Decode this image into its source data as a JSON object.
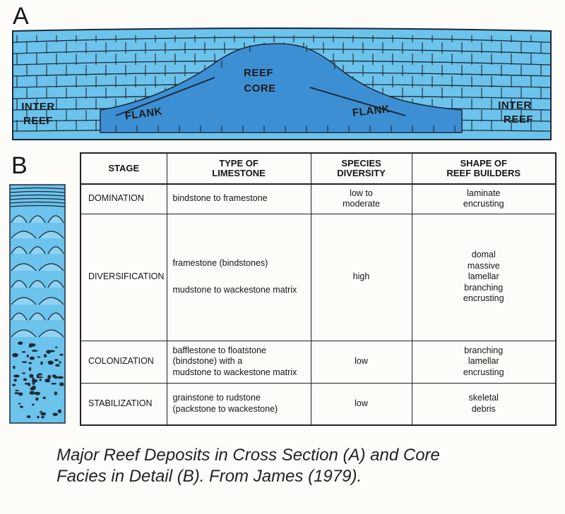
{
  "panel_a": {
    "letter": "A",
    "labels": {
      "reef_core_line1": "REEF",
      "reef_core_line2": "CORE",
      "flank_left": "FLANK",
      "flank_right": "FLANK",
      "inter_reef_left_line1": "INTER",
      "inter_reef_left_line2": "REEF",
      "inter_reef_right_line1": "INTER",
      "inter_reef_right_line2": "REEF"
    }
  },
  "panel_b": {
    "letter": "B"
  },
  "colors": {
    "strata_blue": "#6cc3ec",
    "core_blue": "#3d8fd4",
    "line_dark": "#1c2a36"
  },
  "table": {
    "headers": {
      "stage": "STAGE",
      "limestone_line1": "TYPE OF",
      "limestone_line2": "LIMESTONE",
      "diversity_line1": "SPECIES",
      "diversity_line2": "DIVERSITY",
      "shape_line1": "SHAPE OF",
      "shape_line2": "REEF BUILDERS"
    },
    "rows": [
      {
        "stage": "DOMINATION",
        "limestone": [
          "bindstone to framestone"
        ],
        "diversity": [
          "low to",
          "moderate"
        ],
        "shape": [
          "laminate",
          "encrusting"
        ]
      },
      {
        "stage": "DIVERSIFICATION",
        "limestone": [
          "framestone (bindstones)",
          "mudstone to wackestone matrix"
        ],
        "diversity": [
          "high"
        ],
        "shape": [
          "domal",
          "massive",
          "lamellar",
          "branching",
          "encrusting"
        ]
      },
      {
        "stage": "COLONIZATION",
        "limestone": [
          "bafflestone to floatstone",
          "(bindstone) with a",
          "mudstone to wackestone matrix"
        ],
        "diversity": [
          "low"
        ],
        "shape": [
          "branching",
          "lamellar",
          "encrusting"
        ]
      },
      {
        "stage": "STABILIZATION",
        "limestone": [
          "grainstone to rudstone",
          "(packstone to wackestone)"
        ],
        "diversity": [
          "low"
        ],
        "shape": [
          "skeletal",
          "debris"
        ]
      }
    ]
  },
  "caption": {
    "line1": "Major Reef Deposits in Cross Section (A) and Core",
    "line2": "Facies in Detail (B). From James (1979)."
  }
}
